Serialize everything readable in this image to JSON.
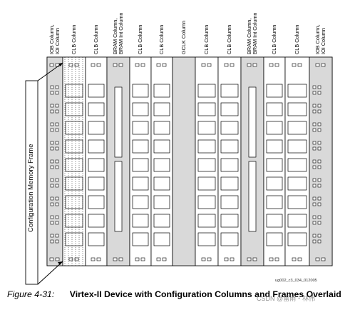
{
  "columns": [
    {
      "label": "IOB Column,\nIOI Column",
      "kind": "iob"
    },
    {
      "label": "CLB Column",
      "kind": "clb-sel"
    },
    {
      "label": "CLB Column",
      "kind": "clb"
    },
    {
      "label": "BRAM Column,\nBRAM Int Column",
      "kind": "bram"
    },
    {
      "label": "CLB Column",
      "kind": "clb"
    },
    {
      "label": "CLB Column",
      "kind": "clb"
    },
    {
      "label": "GCLK Column",
      "kind": "gclk"
    },
    {
      "label": "CLB Column",
      "kind": "clb"
    },
    {
      "label": "CLB Column",
      "kind": "clb"
    },
    {
      "label": "BRAM Column,\nBRAM Int Column",
      "kind": "bram"
    },
    {
      "label": "CLB Column",
      "kind": "clb"
    },
    {
      "label": "CLB Column",
      "kind": "clb"
    },
    {
      "label": "IOB Column,\nIOI Column",
      "kind": "iob"
    }
  ],
  "frame_label": "Configuration Memory Frame",
  "figure_code": "ug002_c3_034_012005",
  "caption": {
    "number": "Figure 4-31:",
    "title": "Virtex-II Device with Configuration Columns and Frames Overlaid"
  },
  "watermark": "CSDN @雷雨・林伟",
  "colors": {
    "column_fill": "#d9d9d9",
    "cell_stroke": "#000000",
    "background": "#ffffff"
  }
}
